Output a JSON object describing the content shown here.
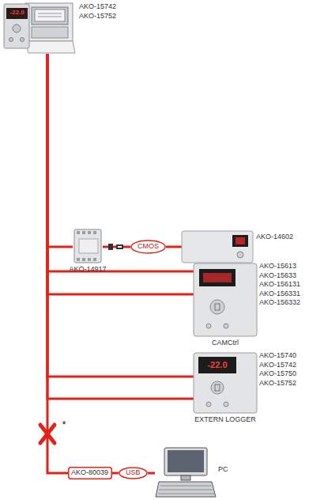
{
  "diagram": {
    "nodes": [
      {
        "text": [
          "AKO-15742 AKO-15752"
        ]
      },
      {
        "text": [
          "AKO-14917"
        ]
      },
      {
        "text": [
          "CMOS"
        ]
      },
      {
        "text": [
          "AKO-14602"
        ]
      },
      {
        "text": [
          "AKO-15613 AKO-15633 AKO-156131 AKO-156331 AKO-156332",
          "CAMCtrl"
        ]
      },
      {
        "text": [
          "AKO-15740 AKO-15742 AKO-15750 AKO-15752",
          "EXTERN LOGGER"
        ]
      },
      {
        "text": [
          "AKO-80039"
        ]
      },
      {
        "text": [
          "USB"
        ]
      },
      {
        "text": [
          "PC"
        ]
      }
    ],
    "edges": [
      {
        "from": 0,
        "to": 1,
        "arrow": "none"
      },
      {
        "from": 0,
        "to": 4,
        "arrow": "none"
      },
      {
        "from": 0,
        "to": 4,
        "arrow": "none"
      },
      {
        "from": 0,
        "to": 5,
        "arrow": "none"
      },
      {
        "from": 0,
        "to": 5,
        "arrow": "none"
      },
      {
        "from": 0,
        "to": 6,
        "arrow": "none"
      },
      {
        "from": 1,
        "to": 2,
        "arrow": "none"
      },
      {
        "from": 2,
        "to": 3,
        "arrow": "none"
      },
      {
        "from": 6,
        "to": 7,
        "arrow": "none"
      },
      {
        "from": 7,
        "to": 8,
        "arrow": "none"
      }
    ],
    "labels": [
      "-22.0",
      "-22.0",
      "*"
    ]
  }
}
